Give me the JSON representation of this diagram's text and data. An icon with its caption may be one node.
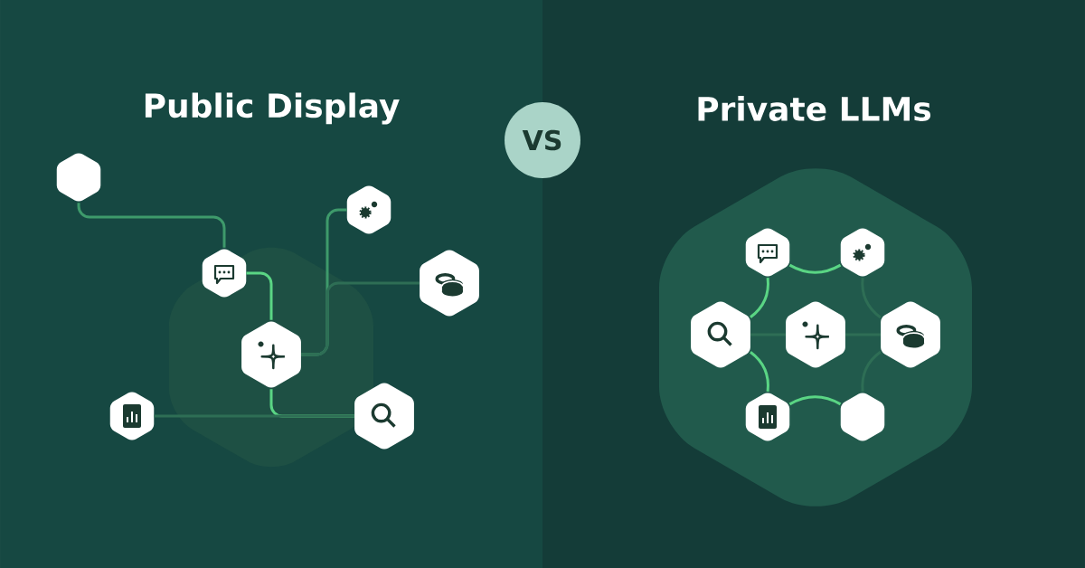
{
  "diagram": {
    "nodes": [
      {
        "text": [],
        "shape": "hexagon"
      },
      {
        "text": [],
        "shape": "hexagon"
      },
      {
        "text": [],
        "shape": "hexagon"
      },
      {
        "text": [],
        "shape": "hexagon"
      },
      {
        "text": [],
        "shape": "hexagon"
      },
      {
        "text": [],
        "shape": "hexagon"
      },
      {
        "text": [],
        "shape": "hexagon"
      },
      {
        "text": [],
        "shape": "hexagon"
      },
      {
        "text": [],
        "shape": "hexagon"
      },
      {
        "text": [],
        "shape": "hexagon"
      },
      {
        "text": [],
        "shape": "hexagon"
      },
      {
        "text": [],
        "shape": "hexagon"
      },
      {
        "text": [],
        "shape": "hexagon"
      },
      {
        "text": [],
        "shape": "hexagon"
      },
      {
        "text": [
          "VS"
        ]
      }
    ],
    "edges": [
      {
        "from": 0,
        "to": 2,
        "arrow": "none",
        "color": "#3e9a6b"
      },
      {
        "from": 2,
        "to": 4,
        "arrow": "none"
      },
      {
        "from": 4,
        "to": 1,
        "arrow": "none",
        "color": "#3e9a6b"
      },
      {
        "from": 3,
        "to": 4,
        "arrow": "none",
        "color": "#2e6e55"
      },
      {
        "from": 4,
        "to": 6,
        "arrow": "none"
      },
      {
        "from": 5,
        "to": 6,
        "arrow": "none",
        "color": "#2e6e55"
      },
      {
        "from": 9,
        "to": 10,
        "arrow": "none",
        "color": "#2e6e55"
      },
      {
        "from": 10,
        "to": 11,
        "arrow": "none",
        "color": "#2e6e55"
      },
      {
        "from": 11,
        "to": 8,
        "arrow": "none",
        "color": "#2e6e55"
      },
      {
        "from": 8,
        "to": 7,
        "arrow": "none"
      },
      {
        "from": 7,
        "to": 9,
        "arrow": "none"
      },
      {
        "from": 9,
        "to": 12,
        "arrow": "none"
      },
      {
        "from": 12,
        "to": 13,
        "arrow": "none"
      },
      {
        "from": 13,
        "to": 11,
        "arrow": "none",
        "color": "#2e6e55"
      }
    ],
    "labels": [
      "Public Display",
      "Private LLMs"
    ]
  }
}
